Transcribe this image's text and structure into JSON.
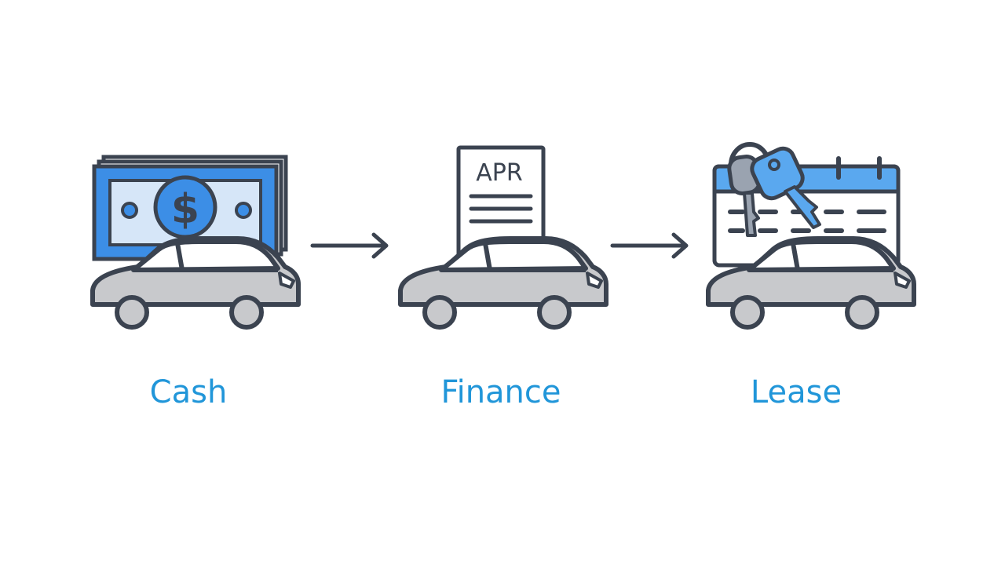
{
  "steps": [
    {
      "label": "Cash",
      "icon": "cash-money-icon"
    },
    {
      "label": "Finance",
      "icon": "apr-document-icon"
    },
    {
      "label": "Lease",
      "icon": "calendar-keys-icon"
    }
  ],
  "apr_document": {
    "text": "APR"
  },
  "colors": {
    "accent": "#2196d9",
    "light_blue": "#5aa8ef",
    "outline": "#3b4350",
    "car_fill": "#c8c9cc",
    "cash_panel": "#d6e6f8"
  }
}
